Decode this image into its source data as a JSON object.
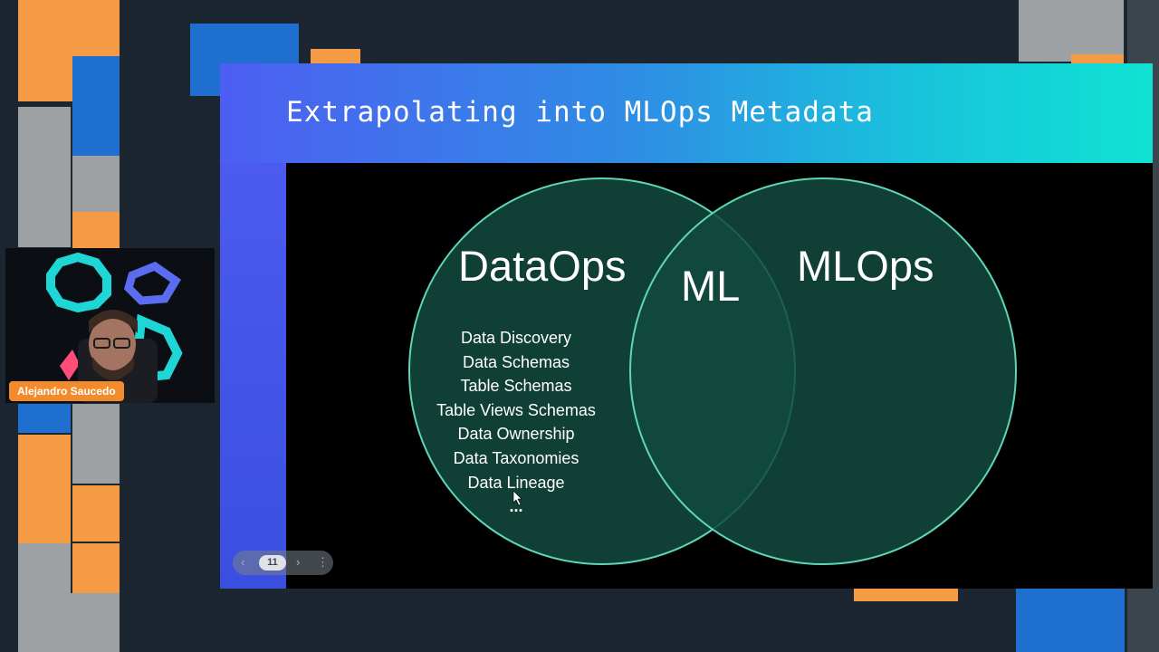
{
  "slide": {
    "title": "Extrapolating into MLOps Metadata",
    "page_number": "11"
  },
  "venn": {
    "left_label": "DataOps",
    "right_label": "MLOps",
    "center_label": "ML",
    "items": [
      "Data Discovery",
      "Data Schemas",
      "Table Schemas",
      "Table Views Schemas",
      "Data Ownership",
      "Data Taxonomies",
      "Data Lineage",
      "..."
    ]
  },
  "presenter": {
    "name": "Alejandro Saucedo"
  },
  "colors": {
    "background": "#1b2631",
    "accent_orange": "#f59a45",
    "accent_blue": "#1f6fd1",
    "circle_fill": "#124a3e",
    "circle_stroke": "#5fd6b8"
  },
  "icons": [
    "chevron-left-icon",
    "chevron-right-icon",
    "more-vertical-icon",
    "cursor-icon"
  ]
}
